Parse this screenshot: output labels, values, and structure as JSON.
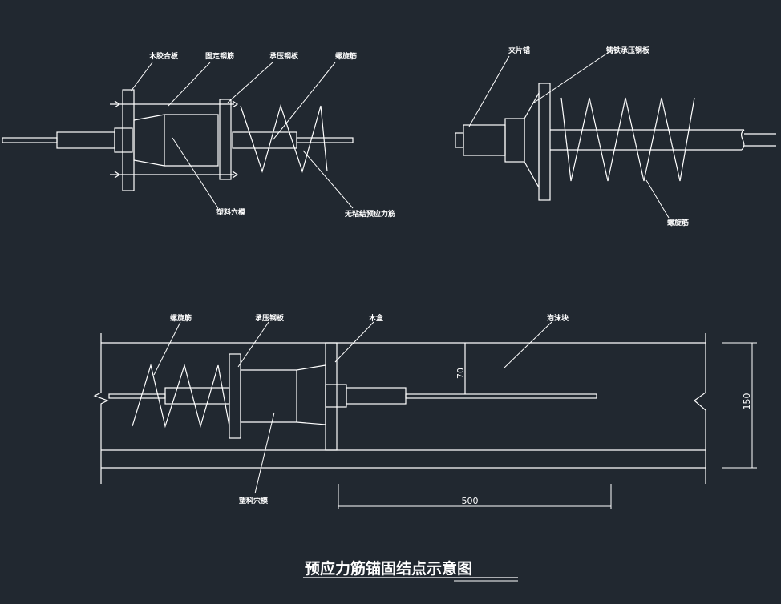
{
  "title": "预应力筋锚固结点示意图",
  "detail_a": {
    "labels": {
      "wood_board": "木胶合板",
      "fixed_rebar": "固定钢筋",
      "bearing_plate": "承压钢板",
      "spiral_rebar": "螺旋筋",
      "plastic_cavity": "塑料穴模",
      "unbonded_tendon": "无粘结预应力筋"
    }
  },
  "detail_b": {
    "labels": {
      "clamp_anchor": "夹片锚",
      "cast_bearing_plate": "铸铁承压钢板",
      "spiral_rebar": "螺旋筋"
    }
  },
  "detail_c": {
    "labels": {
      "spiral_rebar": "螺旋筋",
      "bearing_plate": "承压钢板",
      "wood_box": "木盒",
      "foam_block": "泡沫块",
      "plastic_cavity": "塑料穴模"
    },
    "dimensions": {
      "cover": "70",
      "depth": "150",
      "length": "500"
    }
  }
}
